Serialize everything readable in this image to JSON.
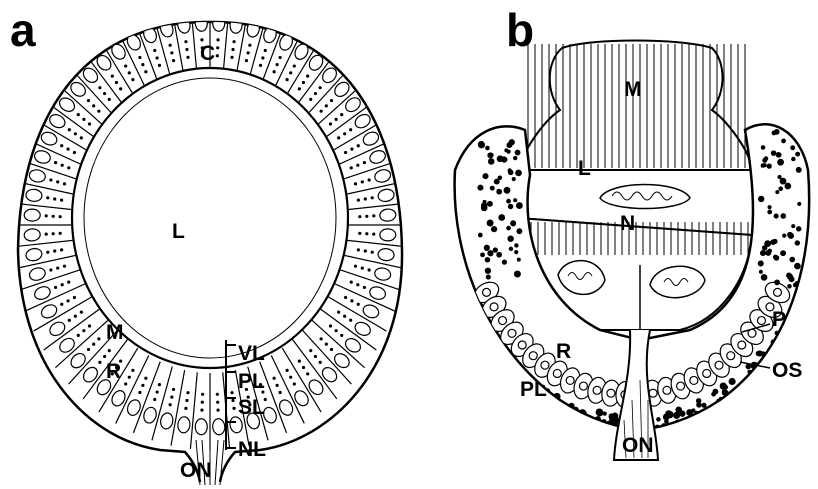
{
  "panels": [
    {
      "letter": "a",
      "labels": {
        "c": "C",
        "l": "L",
        "m": "M",
        "r": "R",
        "vl": "VL",
        "pl": "PL",
        "sl": "SL",
        "nl": "NL",
        "on": "ON"
      }
    },
    {
      "letter": "b",
      "labels": {
        "m": "M",
        "l": "L",
        "n": "N",
        "r": "R",
        "p": "P",
        "os": "OS",
        "pl": "PL",
        "on": "ON"
      }
    }
  ]
}
